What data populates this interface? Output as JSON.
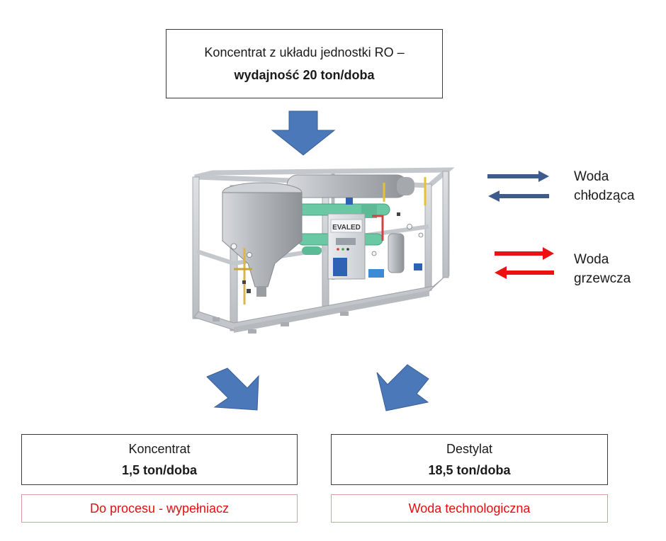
{
  "top_box": {
    "line1": "Koncentrat z układu jednostki RO  –",
    "line2": "wydajność 20 ton/doba"
  },
  "legend": {
    "cooling": {
      "line1": "Woda",
      "line2": "chłodząca",
      "color": "#3d5c8c"
    },
    "heating": {
      "line1": "Woda",
      "line2": "grzewcza",
      "color": "#ee1111"
    }
  },
  "machine": {
    "brand": "EVALED"
  },
  "left_output": {
    "name": "Koncentrat",
    "amount": "1,5 ton/doba",
    "destination": "Do procesu - wypełniacz"
  },
  "right_output": {
    "name": "Destylat",
    "amount": "18,5 ton/doba",
    "destination": "Woda technologiczna"
  },
  "colors": {
    "flow_arrow": "#4a78b8",
    "flow_arrow_stroke": "#3a5f95",
    "frame": "#c4c7cc",
    "red_text": "#e01010"
  }
}
